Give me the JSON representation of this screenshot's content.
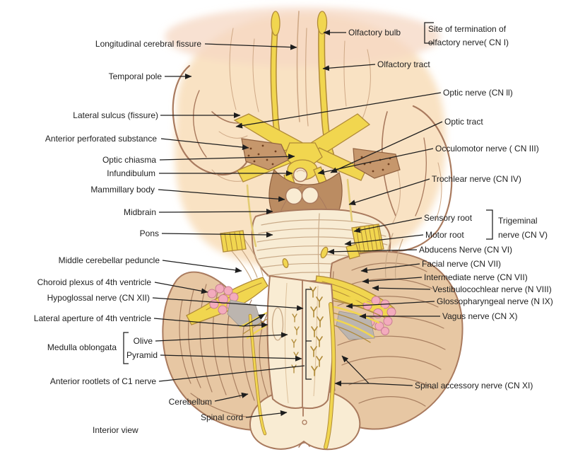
{
  "caption": "Interior view",
  "labels": {
    "longitudinal_cerebral_fissure": "Longitudinal cerebral fissure",
    "temporal_pole": "Temporal pole",
    "lateral_sulcus": "Lateral sulcus (fissure)",
    "anterior_perforated_substance": "Anterior perforated substance",
    "optic_chiasma": "Optic chiasma",
    "infundibulum": "Infundibulum",
    "mammillary_body": "Mammillary body",
    "midbrain": "Midbrain",
    "pons": "Pons",
    "middle_cerebellar_peduncle": "Middle cerebellar peduncle",
    "choroid_plexus": "Choroid plexus of 4th ventricle",
    "hypoglossal_nerve": "Hypoglossal nerve (CN XII)",
    "lateral_aperture": "Lateral aperture of 4th ventricle",
    "medulla_oblongata": "Medulla oblongata",
    "olive": "Olive",
    "pyramid": "Pyramid",
    "anterior_rootlets_c1": "Anterior rootlets of C1 nerve",
    "cerebellum": "Cerebellum",
    "spinal_cord": "Spinal cord",
    "interior_view": "Interior view",
    "olfactory_bulb": "Olfactory bulb",
    "cn1_line1": "Site of termination of",
    "cn1_line2": "olfactory nerve( CN I)",
    "olfactory_tract": "Olfactory tract",
    "optic_nerve": "Optic nerve (CN ll)",
    "optic_tract": "Optic tract",
    "occulomotor_nerve": "Occulomotor nerve ( CN III)",
    "trochlear_nerve": "Trochlear nerve (CN IV)",
    "sensory_root": "Sensory root",
    "motor_root": "Motor root",
    "trigeminal_line1": "Trigeminal",
    "trigeminal_line2": "nerve (CN V)",
    "abducens_nerve": "Abducens Nerve (CN VI)",
    "facial_nerve": "Facial nerve (CN VII)",
    "intermediate_nerve": "Intermediate nerve (CN VII)",
    "vestibulocochlear_nerve": "Vestibulocochlear nerve (N VIII)",
    "glossopharyngeal_nerve": "Glossopharyngeal nerve (N IX)",
    "vagus_nerve": "Vagus nerve (CN X)",
    "spinal_accessory_nerve": "Spinal accessory nerve (CN XI)"
  },
  "colors": {
    "brain": "#f9e2c3",
    "brain_top_pink": "#f5d7c3",
    "brain_edge": "#a97a5e",
    "sulcus_light": "#cfa987",
    "nerve_yellow": "#f1d64f",
    "nerve_dark": "#b08a38",
    "trochlear_pale": "#e3cc74",
    "perforated_brown": "#c6976c",
    "dot_brown": "#6e3f1f",
    "midbrain_brown": "#bb8c62",
    "midbrain_dark": "#8f603f",
    "pons_cream": "#f8ecd4",
    "pons_line": "#c9aa88",
    "cerebellum_tan": "#e7c7a3",
    "cerebellum_line": "#a98062",
    "medulla_cream": "#f9ecd3",
    "medulla_inner": "#dcc09b",
    "plexus_pink": "#f3abbd",
    "plexus_dark": "#c87d92",
    "gray_patch": "#bcb5af",
    "line_black": "#1d1d1d",
    "label_color": "#1f1f1f"
  }
}
